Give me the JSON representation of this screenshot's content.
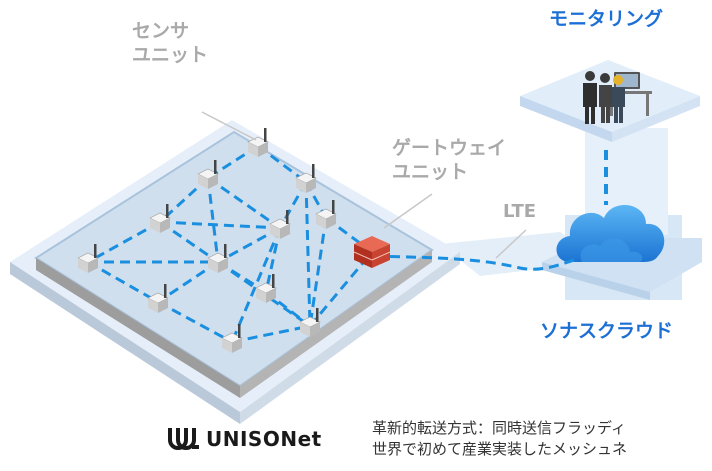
{
  "labels": {
    "sensor_unit": [
      "センサ",
      "ユニット"
    ],
    "gateway_unit": [
      "ゲートウェイ",
      "ユニット"
    ],
    "lte": "LTE",
    "monitoring": "モニタリング",
    "cloud": "ソナスクラウド"
  },
  "logo": {
    "text": "UNISONet"
  },
  "description": {
    "line1": "革新的転送方式：同時送信フラッディ",
    "line2": "世界で初めて産業実装したメッシュネ"
  },
  "colors": {
    "link": "#1a8fe0",
    "platform": "#dce9f6",
    "platform_edge": "#aec8e4",
    "base": "#c9c9c9",
    "cloud": "#2b8fe4",
    "gateway": "#c53a2a",
    "label_gray": "#a9a9a9",
    "label_blue": "#1d6fd6"
  }
}
